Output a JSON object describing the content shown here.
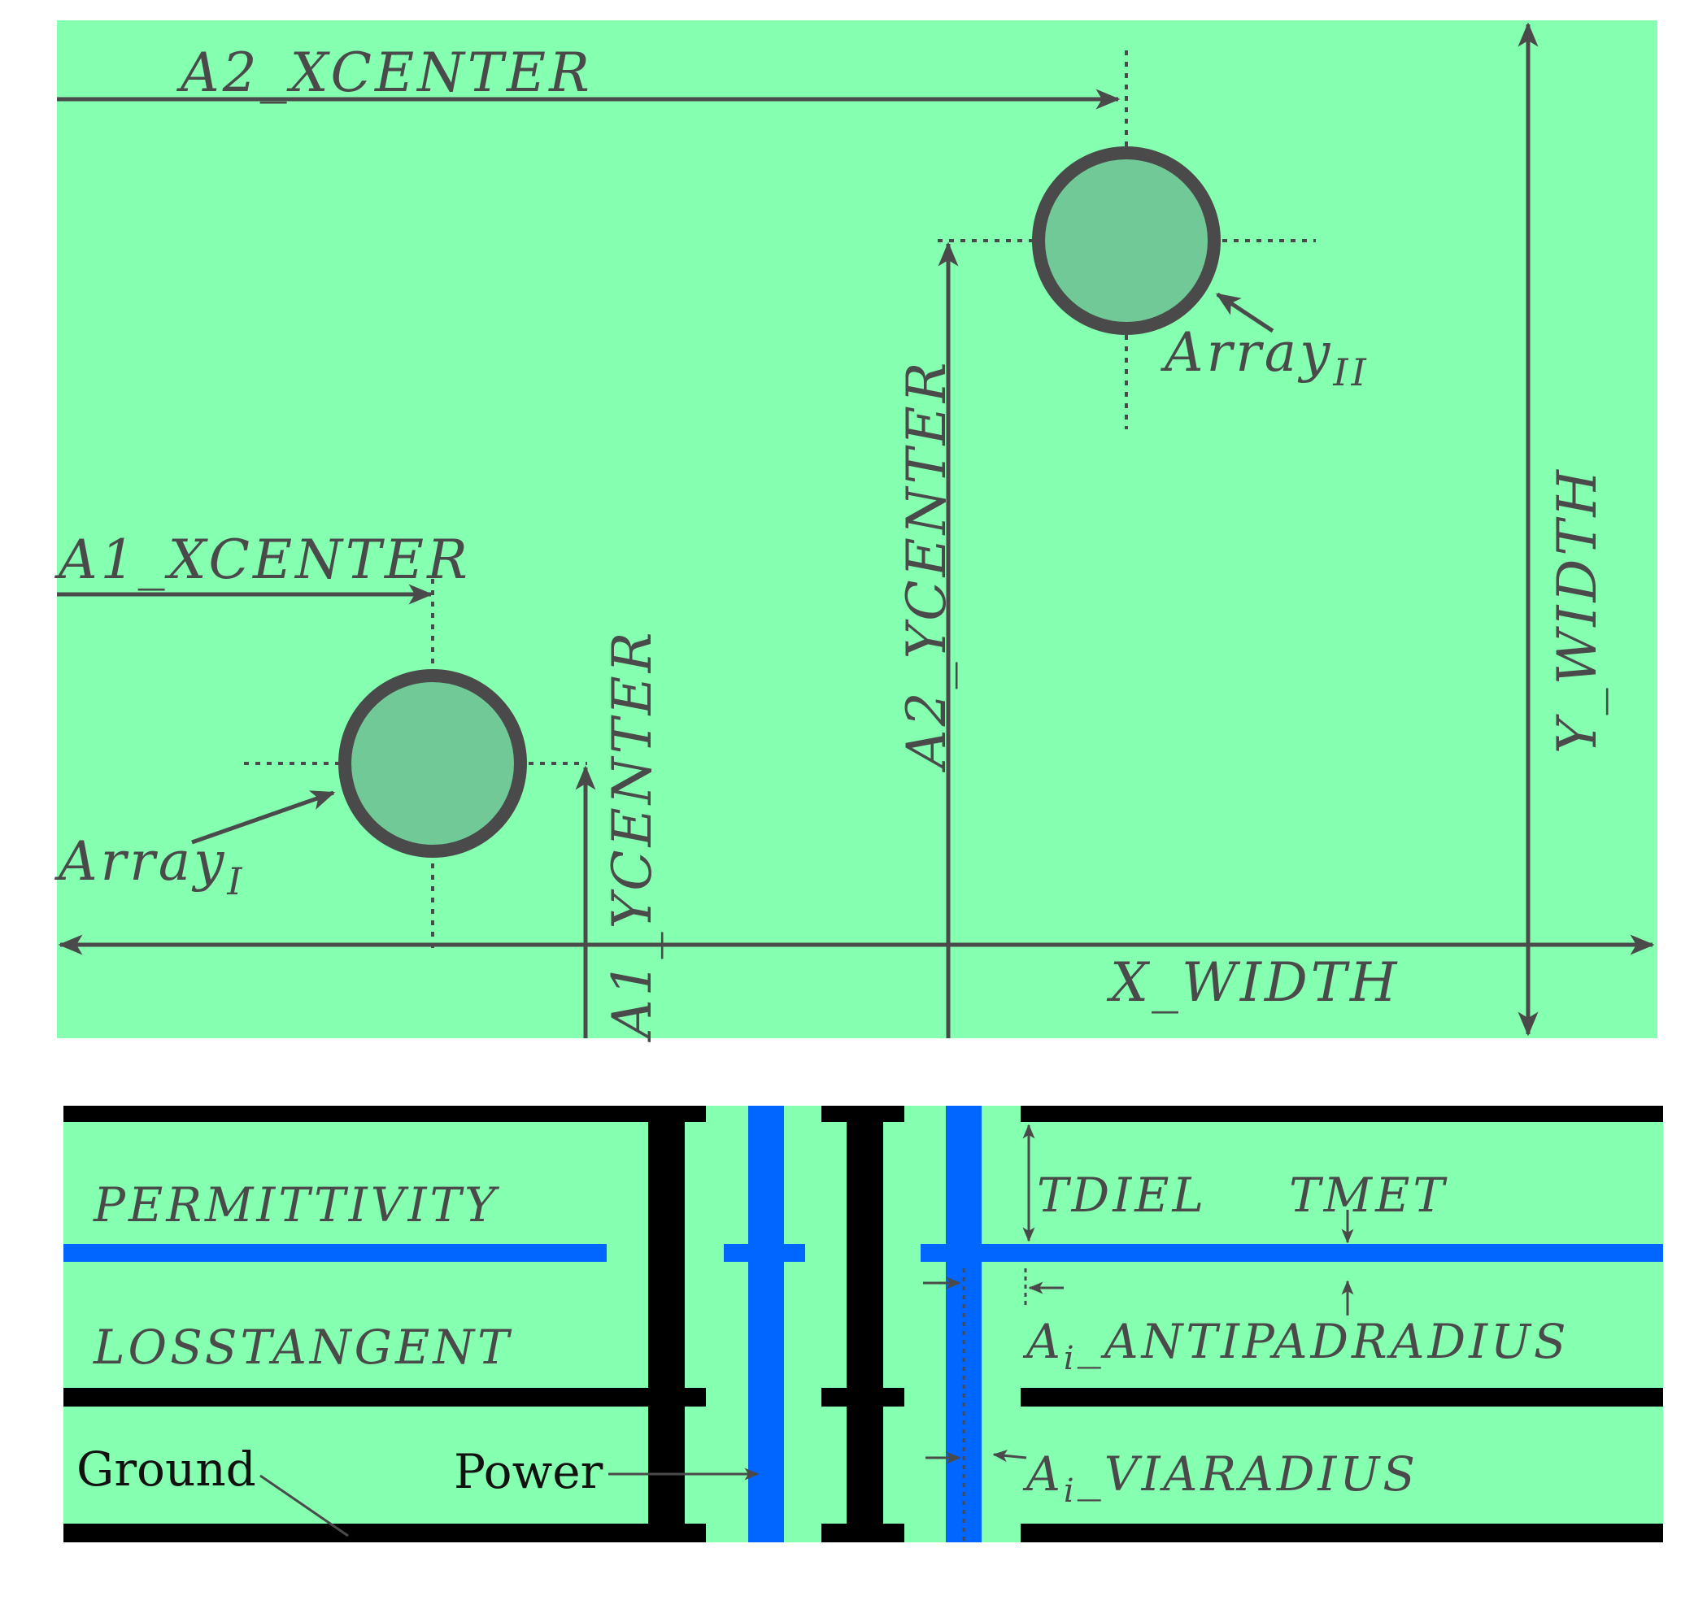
{
  "colors": {
    "board": "#85ffb0",
    "pad_fill": "#70c996",
    "pad_ring": "#4a4a4a",
    "dim": "#4a4a4a",
    "metal": "#000000",
    "plane": "#0066ff",
    "paper": "#ffffff"
  },
  "top_view": {
    "a2_xcenter": "A2_XCENTER",
    "a1_xcenter": "A1_XCENTER",
    "a1_ycenter": "A1_YCENTER",
    "a2_ycenter": "A2_YCENTER",
    "x_width": "X_WIDTH",
    "y_width": "Y_WIDTH",
    "array1": {
      "base": "Array",
      "sub": "I"
    },
    "array2": {
      "base": "Array",
      "sub": "II"
    }
  },
  "cross_section": {
    "permittivity": "PERMITTIVITY",
    "losstangent": "LOSSTANGENT",
    "tdiel": "TDIEL",
    "tmet": "TMET",
    "antipad": {
      "pre": "A",
      "sub": "i",
      "post": "_ANTIPADRADIUS"
    },
    "viaradius": {
      "pre": "A",
      "sub": "i",
      "post": "_VIARADIUS"
    },
    "ground": "Ground",
    "power": "Power"
  }
}
